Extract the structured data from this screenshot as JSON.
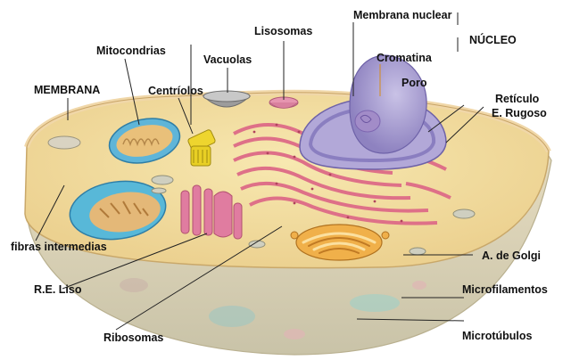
{
  "labels": {
    "membrana_nuclear": "Membrana nuclear",
    "nucleo": "NÚCLEO",
    "lisosomas": "Lisosomas",
    "mitocondrias": "Mitocondrias",
    "vacuolas": "Vacuolas",
    "cromatina": "Cromatina",
    "membrana": "MEMBRANA",
    "centriolos": "Centríolos",
    "poro": "Poro",
    "reticulo_line1": "Retículo",
    "reticulo_line2": "E. Rugoso",
    "fibras": "fibras intermedias",
    "golgi": "A. de Golgi",
    "re_liso": "R.E. Liso",
    "microfilamentos": "Microfilamentos",
    "ribosomas": "Ribosomas",
    "microtubulos": "Microtúbulos"
  },
  "colors": {
    "cytoplasm": "#f2dc8c",
    "membrane_rim": "#e9c98f",
    "cell_base": "#d8d2b8",
    "nucleus": "#a69ad0",
    "mitochondria": "#60b8d8",
    "er": "#e2788e",
    "golgi": "#e8a03c",
    "centriole": "#ecd62a"
  }
}
